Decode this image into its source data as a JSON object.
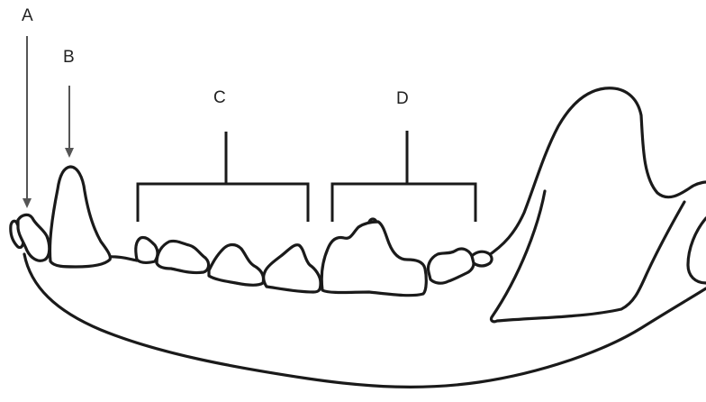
{
  "diagram": {
    "labels": {
      "a": "A",
      "b": "B",
      "c": "C",
      "d": "D"
    },
    "colors": {
      "line": "#1a1a1a",
      "arrow": "#555555",
      "background": "#ffffff"
    }
  }
}
